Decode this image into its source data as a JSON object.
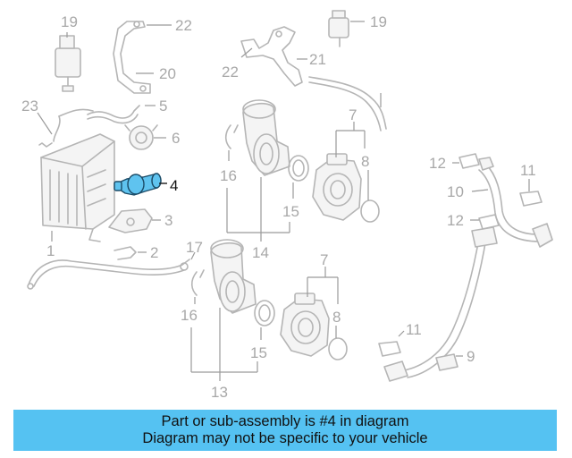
{
  "callouts": {
    "c1": "1",
    "c2": "2",
    "c3": "3",
    "c4": "4",
    "c5": "5",
    "c6": "6",
    "c7a": "7",
    "c7b": "7",
    "c8a": "8",
    "c8b": "8",
    "c9": "9",
    "c10": "10",
    "c11a": "11",
    "c11b": "11",
    "c12a": "12",
    "c12b": "12",
    "c13": "13",
    "c14": "14",
    "c15a": "15",
    "c15b": "15",
    "c16a": "16",
    "c16b": "16",
    "c17": "17",
    "c19a": "19",
    "c19b": "19",
    "c20": "20",
    "c21": "21",
    "c22a": "22",
    "c22b": "22",
    "c23": "23"
  },
  "highlight_part_number": "4",
  "colors": {
    "highlight": "#5fc3ef",
    "banner": "#55c2f2",
    "parts": "#b5b5b5"
  },
  "banner": {
    "line1": "Part or sub-assembly is #4 in diagram",
    "line2": "Diagram may not be specific to your vehicle"
  }
}
